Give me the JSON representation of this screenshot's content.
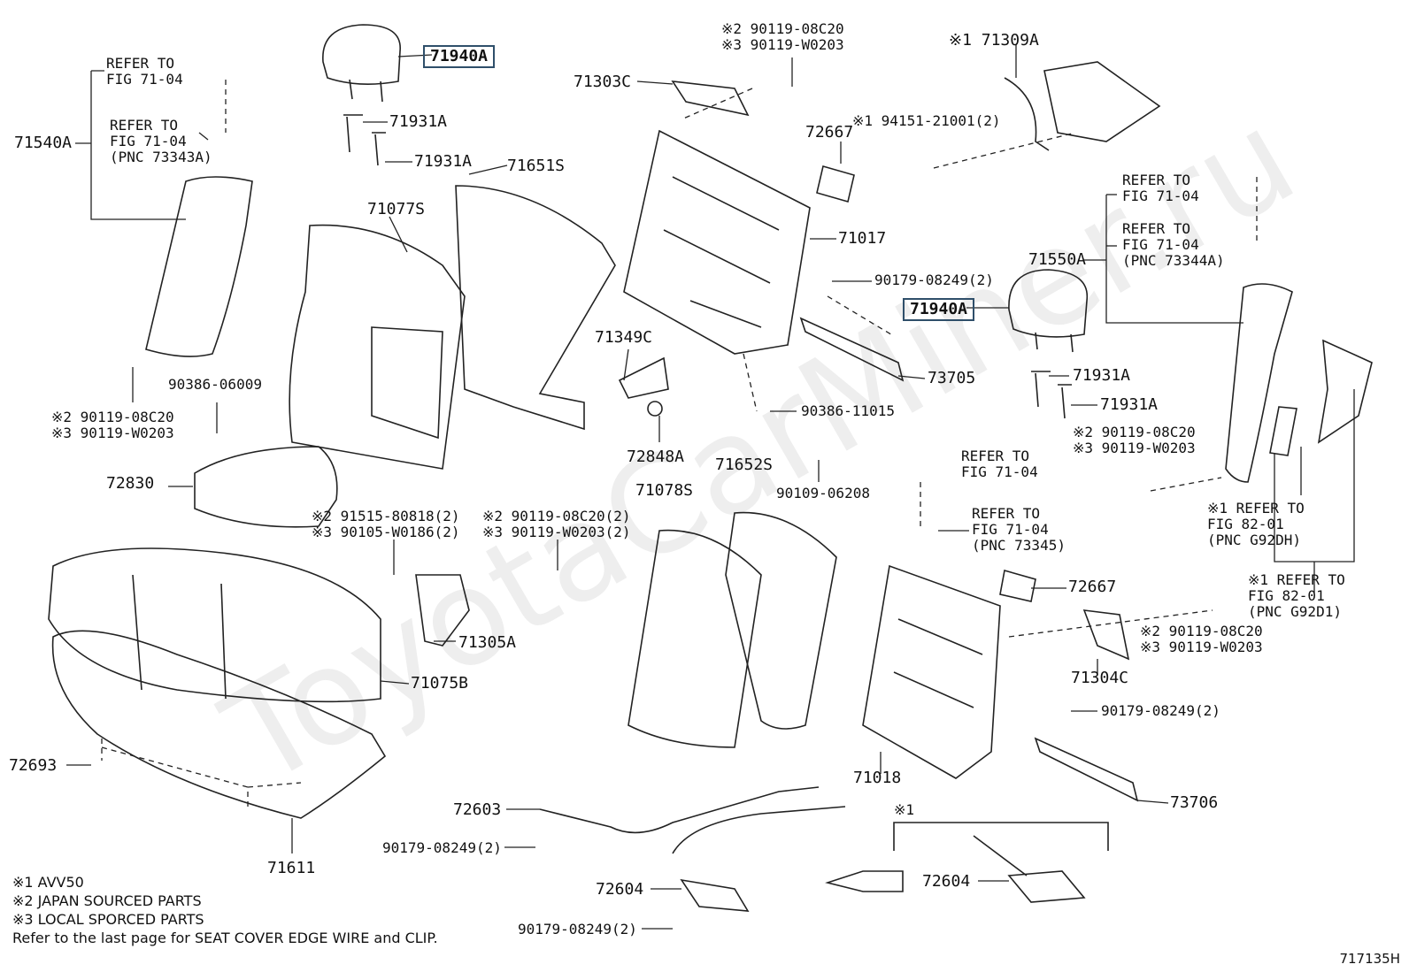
{
  "watermark": "ToyotaCarMiner.ru",
  "figure_code": "717135H",
  "notes": [
    "※1 AVV50",
    "※2 JAPAN SOURCED PARTS",
    "※3 LOCAL SPORCED PARTS",
    "Refer to the last page for SEAT COVER EDGE WIRE and CLIP."
  ],
  "labels": {
    "l_71940a_left": "71940A",
    "l_71940a_right": "71940A",
    "l_71931a_1": "71931A",
    "l_71931a_2": "71931A",
    "l_71931a_3": "71931A",
    "l_71931a_4": "71931A",
    "l_refer_a": "REFER TO\nFIG 71-04",
    "l_refer_b": "REFER TO\nFIG 71-04\n(PNC 73343A)",
    "l_71540a": "71540A",
    "l_71651s": "71651S",
    "l_71077s": "71077S",
    "l_bolt_left": "※2 90119-08C20\n※3 90119-W0203",
    "l_90386_06009": "90386-06009",
    "l_72830": "72830",
    "l_bolt_tr": "※2 90119-08C20\n※3 90119-W0203",
    "l_71303c": "71303C",
    "l_71309a": "※1 71309A",
    "l_94151": "※1 94151-21001(2)",
    "l_72667_top": "72667",
    "l_71017": "71017",
    "l_90179_a": "90179-08249(2)",
    "l_73705": "73705",
    "l_71349c": "71349C",
    "l_72848a": "72848A",
    "l_90386_11015": "90386-11015",
    "l_90109_06208": "90109-06208",
    "l_refer_c": "REFER TO\nFIG 71-04",
    "l_refer_d": "REFER TO\nFIG 71-04\n(PNC 73344A)",
    "l_71550a": "71550A",
    "l_bolt_right": "※2 90119-08C20\n※3 90119-W0203",
    "l_refer_g92dh": "※1 REFER TO\nFIG 82-01\n(PNC G92DH)",
    "l_refer_g92d1": "※1 REFER TO\nFIG 82-01\n(PNC G92D1)",
    "l_71652s": "71652S",
    "l_71078s": "71078S",
    "l_refer_e": "REFER TO\nFIG 71-04",
    "l_refer_f": "REFER TO\nFIG 71-04\n(PNC 73345)",
    "l_72667_bot": "72667",
    "l_bolt_bot": "※2 90119-08C20\n※3 90119-W0203",
    "l_71304c": "71304C",
    "l_90179_b": "90179-08249(2)",
    "l_73706": "73706",
    "l_71018": "71018",
    "l_91515": "※2 91515-80818(2)\n※3 90105-W0186(2)",
    "l_90119_2": "※2 90119-08C20(2)\n※3 90119-W0203(2)",
    "l_71305a": "71305A",
    "l_71075b": "71075B",
    "l_72693": "72693",
    "l_71611": "71611",
    "l_72603": "72603",
    "l_90179_c": "90179-08249(2)",
    "l_72604_a": "72604",
    "l_90179_d": "90179-08249(2)",
    "l_mark1": "※1",
    "l_72604_b": "72604"
  }
}
